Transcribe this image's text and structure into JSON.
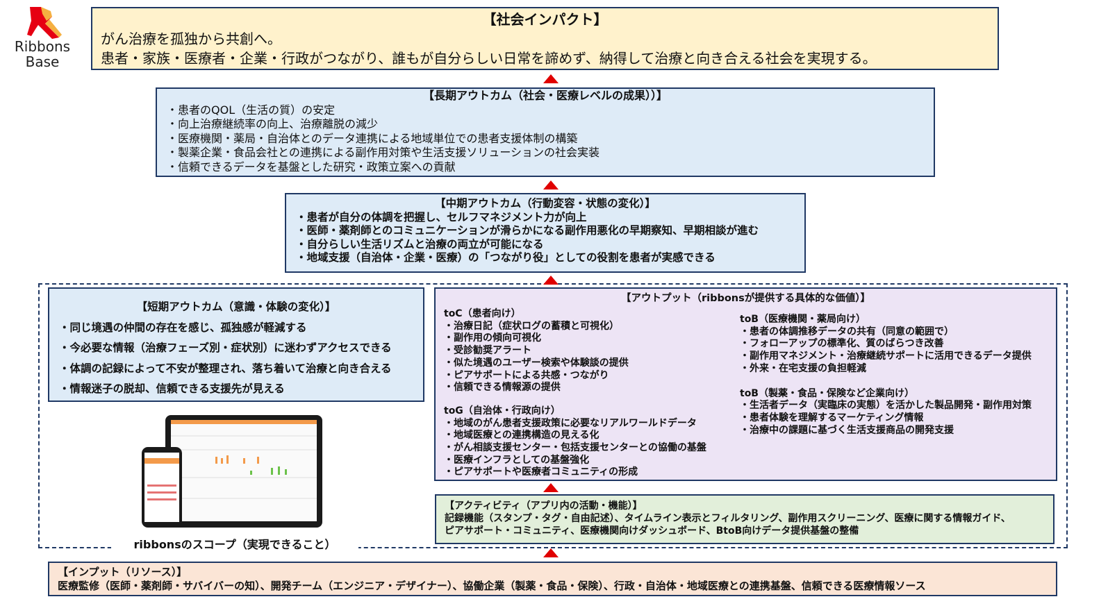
{
  "logo": {
    "text": "Ribbons Base",
    "line1": "Ribbons",
    "line2": "Base",
    "colors": {
      "red": "#E60012",
      "gold": "#F5B041"
    }
  },
  "impact": {
    "title": "【社会インパクト】",
    "lines": [
      "がん治療を孤独から共創へ。",
      "患者・家族・医療者・企業・行政がつながり、誰もが自分らしい日常を諦めず、納得して治療と向き合える社会を実現する。"
    ]
  },
  "long_term": {
    "title": "【長期アウトカム（社会・医療レベルの成果））】",
    "items": [
      "・患者のQOL（生活の質）の安定",
      "・向上治療継続率の向上、治療離脱の減少",
      "・医療機関・薬局・自治体とのデータ連携による地域単位での患者支援体制の構築",
      "・製薬企業・食品会社との連携による副作用対策や生活支援ソリューションの社会実装",
      "・信頼できるデータを基盤とした研究・政策立案への貢献"
    ]
  },
  "mid_term": {
    "title": "【中期アウトカム（行動変容・状態の変化）】",
    "items": [
      "・患者が自分の体調を把握し、セルフマネジメント力が向上",
      "・医師・薬剤師とのコミュニケーションが滑らかになる副作用悪化の早期察知、早期相談が進む",
      "・自分らしい生活リズムと治療の両立が可能になる",
      "・地域支援（自治体・企業・医療）の「つながり役」としての役割を患者が実感できる"
    ]
  },
  "short_term": {
    "title": "【短期アウトカム（意識・体験の変化）】",
    "items": [
      "・同じ境遇の仲間の存在を感じ、孤独感が軽減する",
      "・今必要な情報（治療フェーズ別・症状別）に迷わずアクセスできる",
      "・体調の記録によって不安が整理され、落ち着いて治療と向き合える",
      "・情報迷子の脱却、信頼できる支援先が見える"
    ]
  },
  "output": {
    "title": "【アウトプット（ribbonsが提供する具体的な価値）】",
    "groups": [
      {
        "heading": "toC（患者向け）",
        "items": [
          "・治療日記（症状ログの蓄積と可視化）",
          "・副作用の傾向可視化",
          "・受診勧奨アラート",
          "・似た境遇のユーザー検索や体験談の提供",
          "・ピアサポートによる共感・つながり",
          "・信頼できる情報源の提供"
        ]
      },
      {
        "heading": "toG（自治体・行政向け）",
        "items": [
          "・地域のがん患者支援政策に必要なリアルワールドデータ",
          "・地域医療との連携構造の見える化",
          "・がん相談支援センター・包括支援センターとの協働の基盤",
          "・医療インフラとしての基盤強化",
          "・ピアサポートや医療者コミュニティの形成"
        ]
      },
      {
        "heading": "toB（医療機関・薬局向け）",
        "items": [
          "・患者の体調推移データの共有（同意の範囲で）",
          "・フォローアップの標準化、質のばらつき改善",
          "・副作用マネジメント・治療継続サポートに活用できるデータ提供",
          "・外来・在宅支援の負担軽減"
        ]
      },
      {
        "heading": "toB（製薬・食品・保険など企業向け）",
        "items": [
          "・生活者データ（実臨床の実態）を活かした製品開発・副作用対策",
          "・患者体験を理解するマーケティング情報",
          "・治療中の課題に基づく生活支援商品の開発支援"
        ]
      }
    ]
  },
  "activity": {
    "title": "【アクティビティ（アプリ内の活動・機能）】",
    "lines": [
      "記録機能（スタンプ・タグ・自由記述）、タイムライン表示とフィルタリング、副作用スクリーニング、医療に関する情報ガイド、",
      "ピアサポート・コミュニティ、医療機関向けダッシュボード、BtoB向けデータ提供基盤の整備"
    ]
  },
  "scope_label": "ribbonsのスコープ（実現できること）",
  "input": {
    "title": "【インプット（リソース）】",
    "line": "医療監修（医師・薬剤師・サバイバーの知）、開発チーム（エンジニア・デザイナー）、協働企業（製薬・食品・保険）、行政・自治体・地域医療との連携基盤、信頼できる医療情報ソース"
  },
  "colors": {
    "arrow": "#E00000",
    "border": "#1F3864"
  }
}
